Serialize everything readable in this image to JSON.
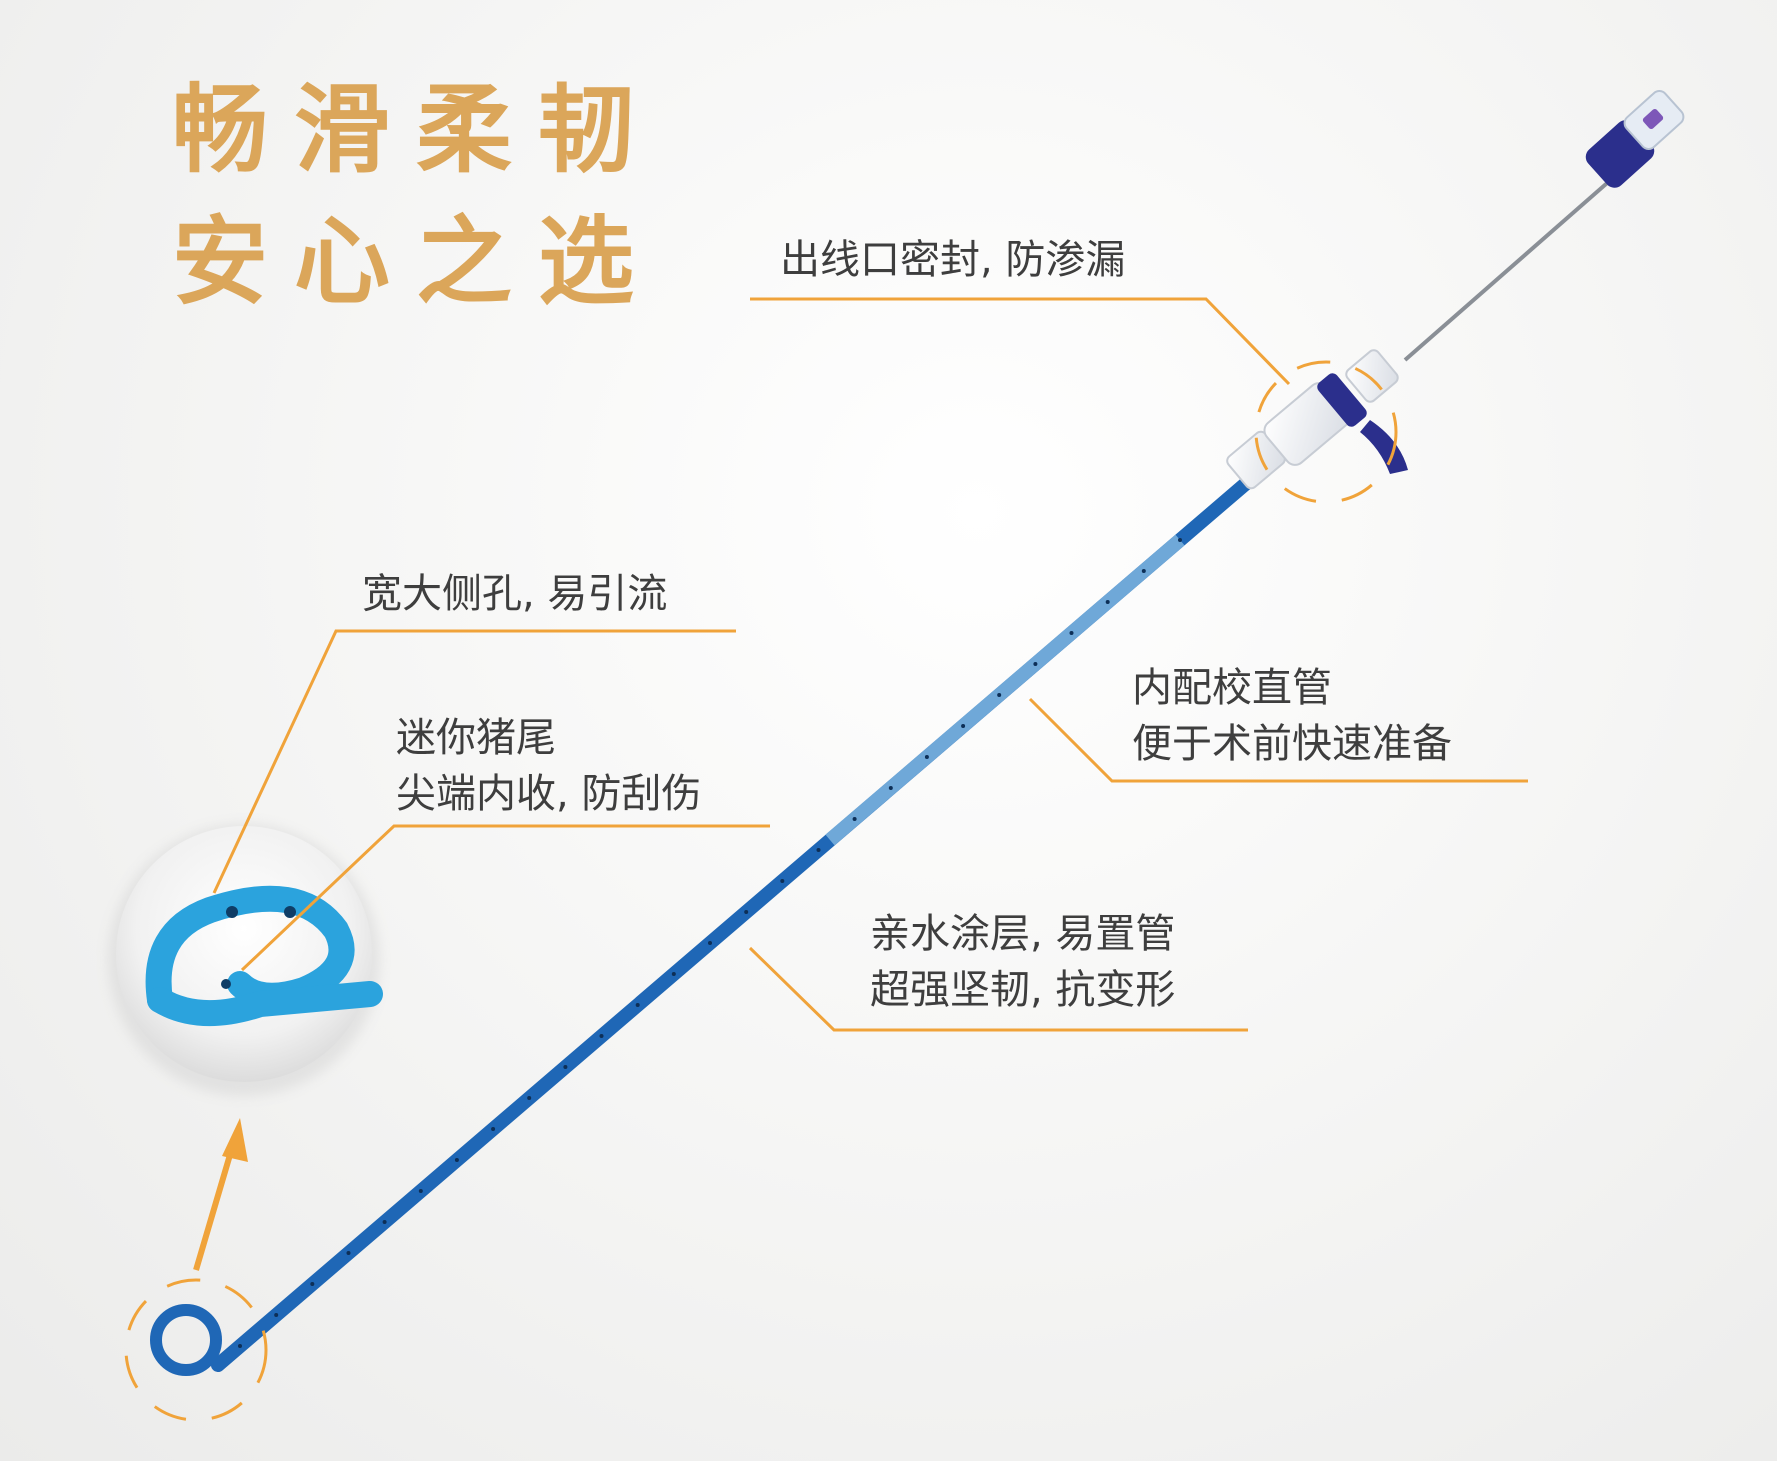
{
  "headline": {
    "line1": "畅滑柔韧",
    "line2": "安心之选"
  },
  "callouts": {
    "seal": {
      "lines": [
        "出线口密封, 防渗漏"
      ]
    },
    "side_holes": {
      "lines": [
        "宽大侧孔, 易引流"
      ]
    },
    "pigtail": {
      "lines": [
        "迷你猪尾",
        "尖端内收, 防刮伤"
      ]
    },
    "stylet": {
      "lines": [
        "内配校直管",
        "便于术前快速准备"
      ]
    },
    "coating": {
      "lines": [
        "亲水涂层, 易置管",
        "超强坚韧, 抗变形"
      ]
    }
  },
  "colors": {
    "headline": "#dba65a",
    "accent_orange": "#f0a33a",
    "catheter_blue": "#1f67b6",
    "catheter_light": "#6fa8d8",
    "hub_navy": "#2b2f8c",
    "magnifier_tube": "#2ba3dd",
    "body_text": "#3e3e3e"
  }
}
